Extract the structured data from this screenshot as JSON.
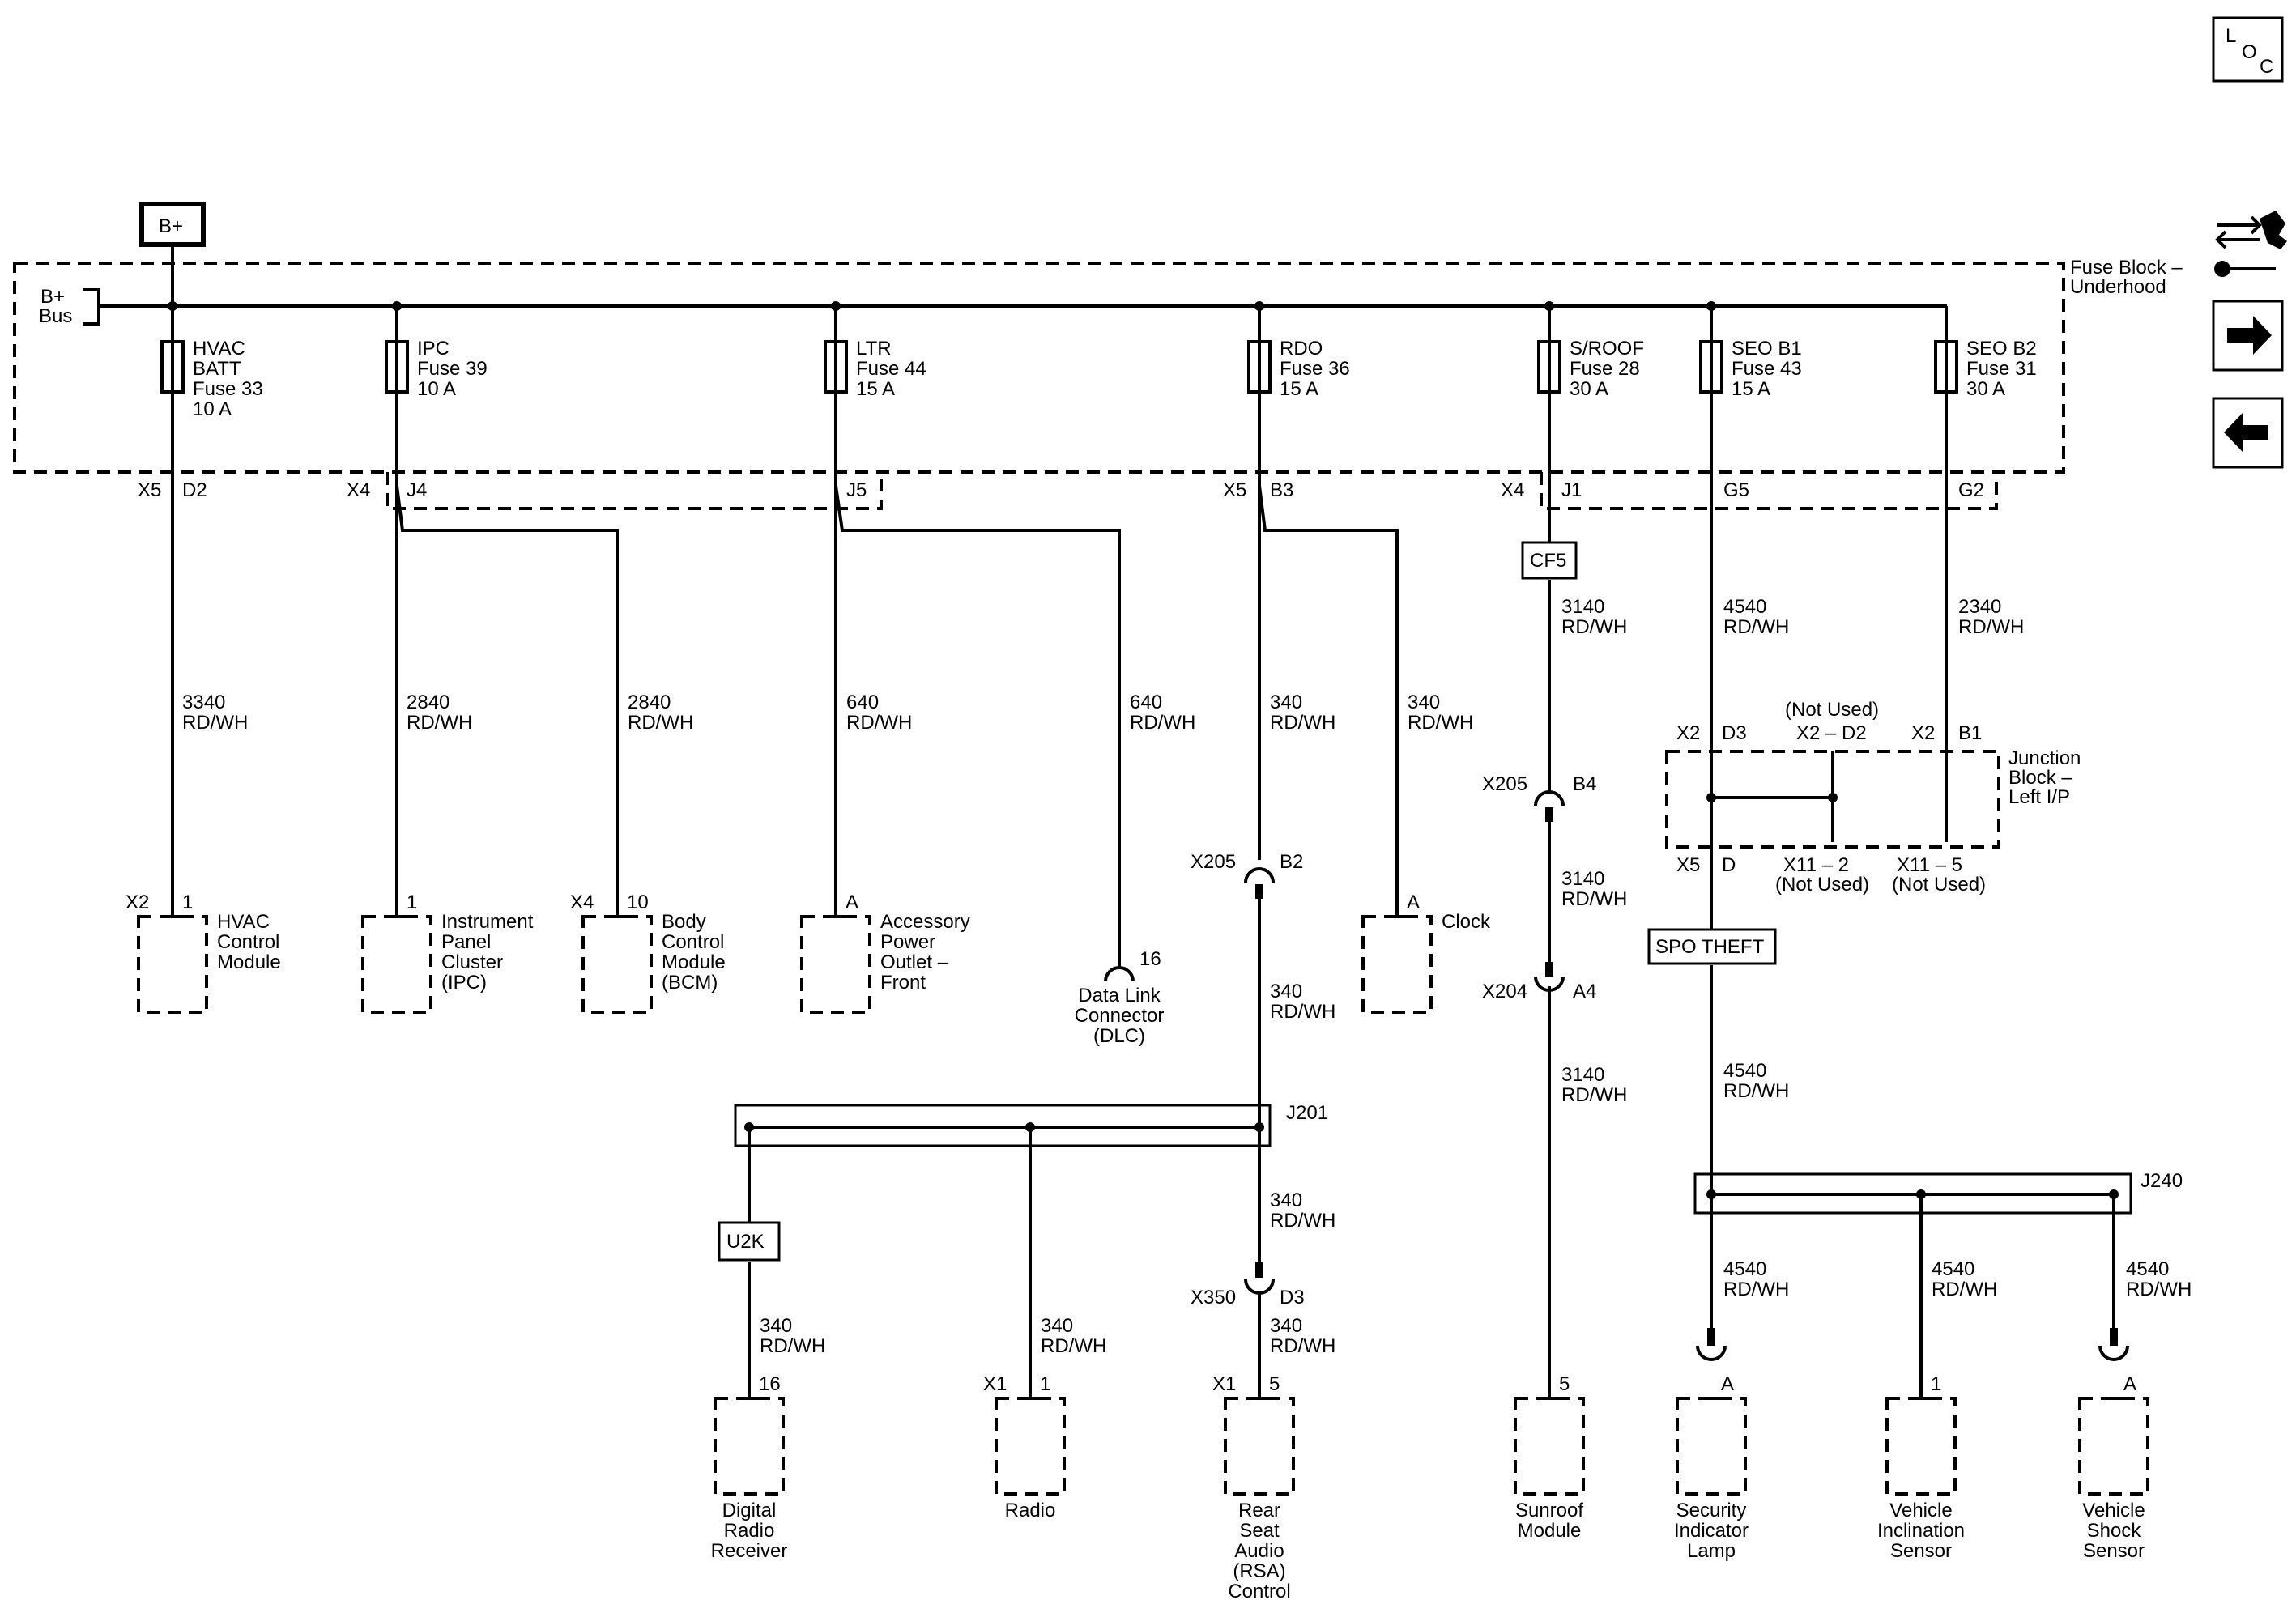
{
  "header": {
    "loc_letters": [
      "L",
      "O",
      "C"
    ],
    "battery_label": "B+",
    "fuse_block_label": [
      "Fuse Block –",
      "Underhood"
    ],
    "bus_label": [
      "B+",
      "Bus"
    ]
  },
  "nav_icons": [
    "wrench-arrows-icon",
    "arrow-right-icon",
    "arrow-left-icon"
  ],
  "fuses": [
    {
      "lines": [
        "HVAC",
        "BATT",
        "Fuse 33",
        "10 A"
      ]
    },
    {
      "lines": [
        "IPC",
        "Fuse 39",
        "10 A"
      ]
    },
    {
      "lines": [
        "LTR",
        "Fuse 44",
        "15 A"
      ]
    },
    {
      "lines": [
        "RDO",
        "Fuse 36",
        "15 A"
      ]
    },
    {
      "lines": [
        "S/ROOF",
        "Fuse 28",
        "30 A"
      ]
    },
    {
      "lines": [
        "SEO B1",
        "Fuse 43",
        "15 A"
      ]
    },
    {
      "lines": [
        "SEO B2",
        "Fuse 31",
        "30 A"
      ]
    }
  ],
  "fuse_block_pins": [
    {
      "conn": "X5",
      "pin": "D2"
    },
    {
      "conn": "X4",
      "pin": "J4"
    },
    {
      "conn": "",
      "pin": "J5"
    },
    {
      "conn": "X5",
      "pin": "B3"
    },
    {
      "conn": "X4",
      "pin": "J1"
    },
    {
      "conn": "",
      "pin": "G5"
    },
    {
      "conn": "",
      "pin": "G2"
    }
  ],
  "wire_labels": [
    {
      "circuit": "3340",
      "color": "RD/WH"
    },
    {
      "circuit": "2840",
      "color": "RD/WH"
    },
    {
      "circuit": "2840",
      "color": "RD/WH"
    },
    {
      "circuit": "640",
      "color": "RD/WH"
    },
    {
      "circuit": "640",
      "color": "RD/WH"
    },
    {
      "circuit": "340",
      "color": "RD/WH"
    },
    {
      "circuit": "340",
      "color": "RD/WH"
    },
    {
      "circuit": "3140",
      "color": "RD/WH"
    },
    {
      "circuit": "4540",
      "color": "RD/WH"
    },
    {
      "circuit": "2340",
      "color": "RD/WH"
    },
    {
      "circuit": "340",
      "color": "RD/WH"
    },
    {
      "circuit": "3140",
      "color": "RD/WH"
    },
    {
      "circuit": "3140",
      "color": "RD/WH"
    },
    {
      "circuit": "4540",
      "color": "RD/WH"
    },
    {
      "circuit": "340",
      "color": "RD/WH"
    },
    {
      "circuit": "340",
      "color": "RD/WH"
    },
    {
      "circuit": "340",
      "color": "RD/WH"
    },
    {
      "circuit": "340",
      "color": "RD/WH"
    },
    {
      "circuit": "4540",
      "color": "RD/WH"
    },
    {
      "circuit": "4540",
      "color": "RD/WH"
    },
    {
      "circuit": "4540",
      "color": "RD/WH"
    }
  ],
  "splice_boxes": [
    "CF5",
    "SPO THEFT",
    "U2K"
  ],
  "splices": [
    "J201",
    "J240"
  ],
  "inline_connectors": [
    {
      "name": "X205",
      "pin": "B2"
    },
    {
      "name": "X205",
      "pin": "B4"
    },
    {
      "name": "X204",
      "pin": "A4"
    },
    {
      "name": "X350",
      "pin": "D3"
    }
  ],
  "junction_block": {
    "name": [
      "Junction",
      "Block –",
      "Left I/P"
    ],
    "top_pins": [
      {
        "conn": "X2",
        "pin": "D3"
      },
      {
        "conn": "X2 – D2",
        "pin": ""
      },
      {
        "conn": "X2",
        "pin": "B1"
      }
    ],
    "not_used_top": "(Not Used)",
    "bottom_pins": [
      {
        "conn": "X5",
        "pin": "D"
      },
      {
        "conn": "X11 – 2",
        "note": "(Not Used)"
      },
      {
        "conn": "X11 – 5",
        "note": "(Not Used)"
      }
    ]
  },
  "components": [
    {
      "conn": "X2",
      "pin": "1",
      "name": [
        "HVAC",
        "Control",
        "Module"
      ]
    },
    {
      "conn": "",
      "pin": "1",
      "name": [
        "Instrument",
        "Panel",
        "Cluster",
        "(IPC)"
      ]
    },
    {
      "conn": "X4",
      "pin": "10",
      "name": [
        "Body",
        "Control",
        "Module",
        "(BCM)"
      ]
    },
    {
      "conn": "",
      "pin": "A",
      "name": [
        "Accessory",
        "Power",
        "Outlet –",
        "Front"
      ]
    },
    {
      "conn": "",
      "pin": "16",
      "name": [
        "Data Link",
        "Connector",
        "(DLC)"
      ]
    },
    {
      "conn": "",
      "pin": "A",
      "name": [
        "Clock"
      ]
    },
    {
      "conn": "",
      "pin": "16",
      "name": [
        "Digital",
        "Radio",
        "Receiver"
      ]
    },
    {
      "conn": "X1",
      "pin": "1",
      "name": [
        "Radio"
      ]
    },
    {
      "conn": "X1",
      "pin": "5",
      "name": [
        "Rear",
        "Seat",
        "Audio",
        "(RSA)",
        "Control"
      ]
    },
    {
      "conn": "",
      "pin": "5",
      "name": [
        "Sunroof",
        "Module"
      ]
    },
    {
      "conn": "",
      "pin": "A",
      "name": [
        "Security",
        "Indicator",
        "Lamp"
      ]
    },
    {
      "conn": "",
      "pin": "1",
      "name": [
        "Vehicle",
        "Inclination",
        "Sensor"
      ]
    },
    {
      "conn": "",
      "pin": "A",
      "name": [
        "Vehicle",
        "Shock",
        "Sensor"
      ]
    }
  ]
}
